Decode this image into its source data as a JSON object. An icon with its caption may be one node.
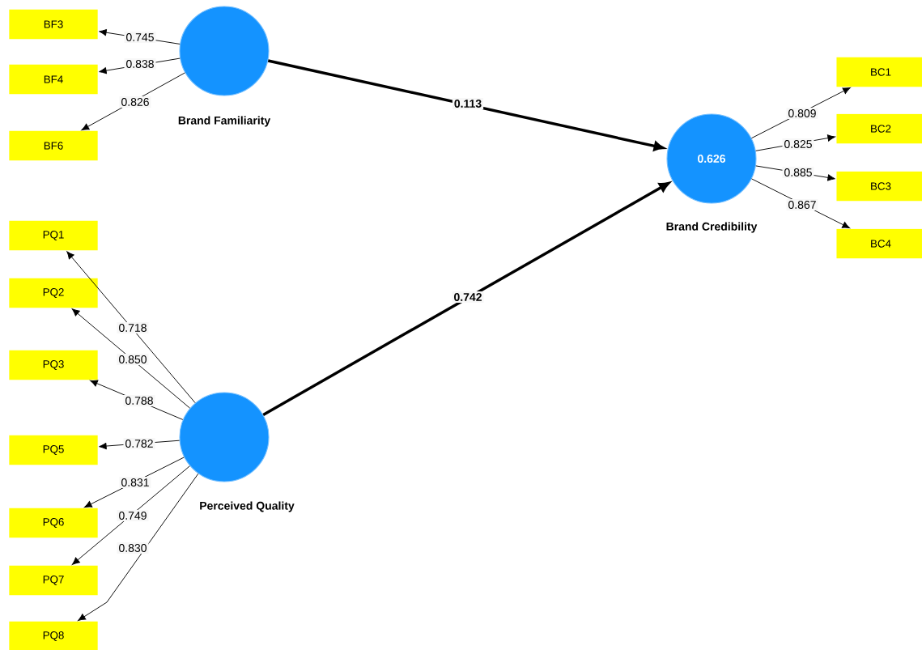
{
  "diagram": {
    "nodes": [
      {
        "text": [
          "Brand Familiarity"
        ]
      },
      {
        "text": [
          "BF3"
        ]
      },
      {
        "text": [
          "BF4"
        ]
      },
      {
        "text": [
          "BF6"
        ]
      },
      {
        "text": [
          "Perceived Quality"
        ]
      },
      {
        "text": [
          "PQ1"
        ]
      },
      {
        "text": [
          "PQ2"
        ]
      },
      {
        "text": [
          "PQ3"
        ]
      },
      {
        "text": [
          "PQ5"
        ]
      },
      {
        "text": [
          "PQ6"
        ]
      },
      {
        "text": [
          "PQ7"
        ]
      },
      {
        "text": [
          "PQ8"
        ]
      },
      {
        "text": [
          "0.626",
          "Brand Credibility"
        ]
      },
      {
        "text": [
          "BC1"
        ]
      },
      {
        "text": [
          "BC2"
        ]
      },
      {
        "text": [
          "BC3"
        ]
      },
      {
        "text": [
          "BC4"
        ]
      }
    ],
    "edges": [
      {
        "from": 0,
        "to": 1,
        "arrow": "to",
        "label": "0.745"
      },
      {
        "from": 0,
        "to": 2,
        "arrow": "to",
        "label": "0.838"
      },
      {
        "from": 0,
        "to": 3,
        "arrow": "to",
        "label": "0.826"
      },
      {
        "from": 4,
        "to": 5,
        "arrow": "to",
        "label": "0.718"
      },
      {
        "from": 4,
        "to": 6,
        "arrow": "to",
        "label": "0.850"
      },
      {
        "from": 4,
        "to": 7,
        "arrow": "to",
        "label": "0.788"
      },
      {
        "from": 4,
        "to": 8,
        "arrow": "to",
        "label": "0.782"
      },
      {
        "from": 4,
        "to": 9,
        "arrow": "to",
        "label": "0.831"
      },
      {
        "from": 4,
        "to": 10,
        "arrow": "to",
        "label": "0.749"
      },
      {
        "from": 4,
        "to": 11,
        "arrow": "to",
        "label": "0.830"
      },
      {
        "from": 12,
        "to": 13,
        "arrow": "to",
        "label": "0.809"
      },
      {
        "from": 12,
        "to": 14,
        "arrow": "to",
        "label": "0.825"
      },
      {
        "from": 12,
        "to": 15,
        "arrow": "to",
        "label": "0.885"
      },
      {
        "from": 12,
        "to": 16,
        "arrow": "to",
        "label": "0.867"
      },
      {
        "from": 0,
        "to": 12,
        "arrow": "to",
        "label": "0.113",
        "style": "thick"
      },
      {
        "from": 4,
        "to": 12,
        "arrow": "to",
        "label": "0.742",
        "style": "thick"
      }
    ]
  }
}
